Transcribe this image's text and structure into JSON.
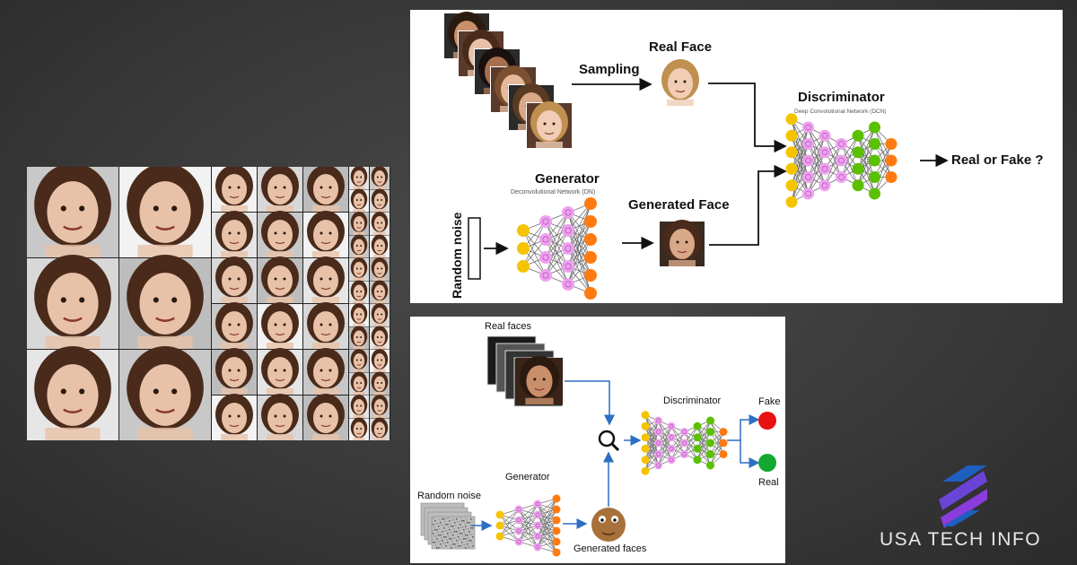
{
  "top_diagram": {
    "sampling_label": "Sampling",
    "real_face_label": "Real Face",
    "discriminator_title": "Discriminator",
    "discriminator_subtitle": "Deep Convolutional Network (DCN)",
    "generator_title": "Generator",
    "generator_subtitle": "Deconvolutional Network (DN)",
    "generated_face_label": "Generated Face",
    "random_noise_label": "Random noise",
    "output_label": "Real or Fake ?"
  },
  "bottom_diagram": {
    "real_faces_label": "Real faces",
    "discriminator_label": "Discriminator",
    "generator_label": "Generator",
    "random_noise_label": "Random noise",
    "generated_faces_label": "Generated faces",
    "fake_label": "Fake",
    "real_label": "Real"
  },
  "brand": {
    "name": "USA TECH INFO"
  },
  "colors": {
    "node_yellow": "#f5c400",
    "node_pink": "#f0a0f0",
    "node_green": "#5ac000",
    "node_orange": "#ff7a10",
    "arrow_blue": "#2e6fc4",
    "fake_red": "#e81010",
    "real_green": "#12a832",
    "logo_blue": "#1e5fbf",
    "logo_purple": "#8a3cdc"
  }
}
